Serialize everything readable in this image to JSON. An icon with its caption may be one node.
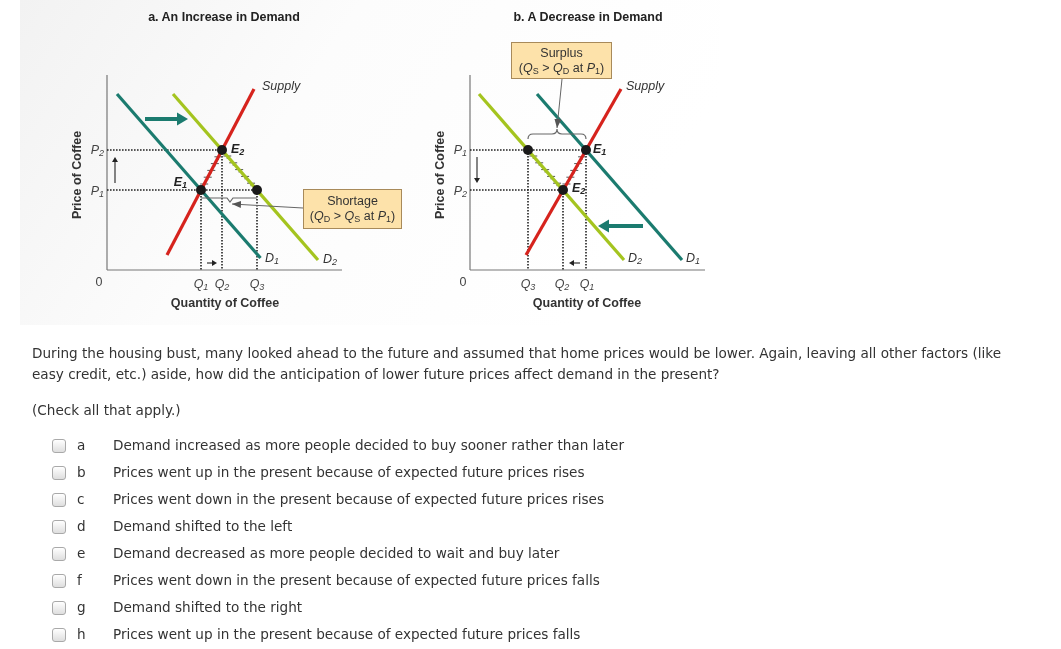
{
  "diagram": {
    "nodes": [
      {
        "text": [
          "Shortage",
          "(*Q*$_{D}$ > *Q*$_{S}$ at *P*$_{1}$)"
        ]
      },
      {
        "text": [],
        "shape": "bracket"
      },
      {
        "text": [
          "Surplus",
          "(*Q*$_{S}$ > *Q*$_{D}$ at *P*$_{1}$)"
        ]
      },
      {
        "text": [],
        "shape": "bracket"
      }
    ],
    "edges": [
      {
        "from": 0,
        "to": 1,
        "arrow": "to"
      },
      {
        "from": 2,
        "to": 3,
        "arrow": "to"
      }
    ],
    "labels": [
      "a. An Increase in Demand",
      "Price of Coffee",
      "P$_{2}$",
      "P$_{1}$",
      "0",
      "Supply",
      "E$_{2}$",
      "E$_{1}$",
      "D$_{1}$",
      "D$_{2}$",
      "Q$_{1}$",
      "Q$_{2}$",
      "Q$_{3}$",
      "Quantity of Coffee",
      "b. A Decrease in Demand",
      "Price of Coffee",
      "P$_{1}$",
      "P$_{2}$",
      "0",
      "Supply",
      "E$_{1}$",
      "E$_{2}$",
      "D$_{2}$",
      "D$_{1}$",
      "Q$_{3}$",
      "Q$_{2}$",
      "Q$_{1}$",
      "Quantity of Coffee",
      "During the housing bust, many looked ahead to the future and assumed that home prices would be lower. Again, leaving all other factors (like easy credit, etc.) aside, how did the anticipation of lower future prices affect demand in the present?",
      "(Check all that apply.)",
      "a",
      "Demand increased as more people decided to buy sooner rather than later",
      "b",
      "Prices went up in the present because of expected future prices rises",
      "c",
      "Prices went down in the present because of expected future prices rises",
      "d",
      "Demand shifted to the left",
      "e",
      "Demand decreased as more people decided to wait and buy later",
      "f",
      "Prices went down in the present because of expected future prices falls",
      "g",
      "Demand shifted to the right",
      "h",
      "Prices went up in the present because of expected future prices falls"
    ]
  }
}
